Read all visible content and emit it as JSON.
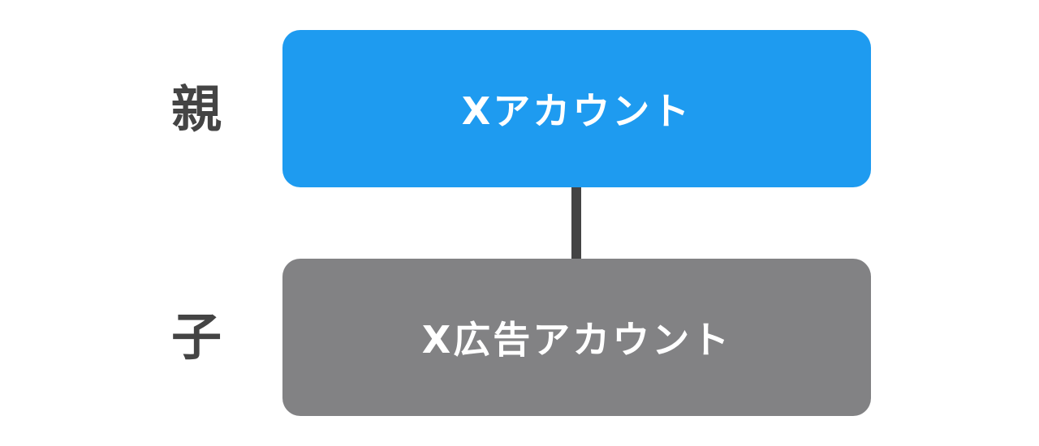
{
  "diagram": {
    "nodes": [
      {
        "id": "parent",
        "role_label": "親",
        "text": "Xアカウント",
        "color": "#1e9bf0"
      },
      {
        "id": "child",
        "role_label": "子",
        "text": "X広告アカウント",
        "color": "#828284"
      }
    ],
    "edges": [
      {
        "from": "parent",
        "to": "child"
      }
    ],
    "connector_color": "#444444",
    "label_color": "#444444"
  }
}
